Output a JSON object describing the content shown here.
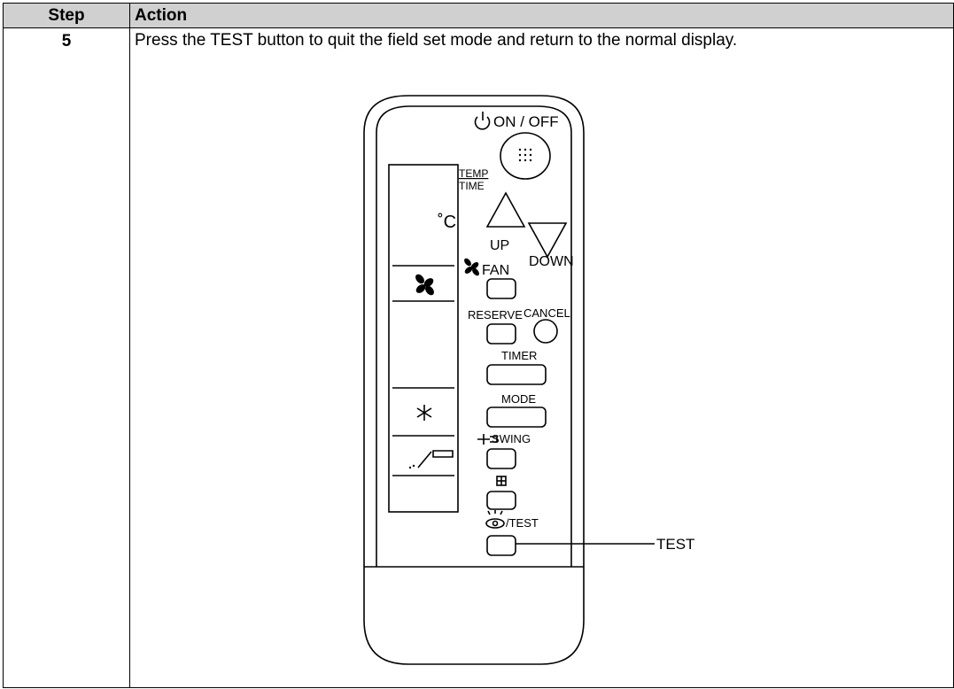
{
  "table": {
    "header": {
      "step": "Step",
      "action": "Action"
    },
    "rows": [
      {
        "step": "5",
        "action": "Press the TEST button to quit the field set mode and return to the normal display."
      }
    ]
  },
  "figure": {
    "callout": "TEST",
    "remote": {
      "on_off": "ON / OFF",
      "temp": "TEMP",
      "time": "TIME",
      "up": "UP",
      "down": "DOWN",
      "celsius": "˚C",
      "fan": "FAN",
      "reserve": "RESERVE",
      "cancel": "CANCEL",
      "timer": "TIMER",
      "mode": "MODE",
      "swing": "SWING",
      "test": "/TEST"
    }
  }
}
